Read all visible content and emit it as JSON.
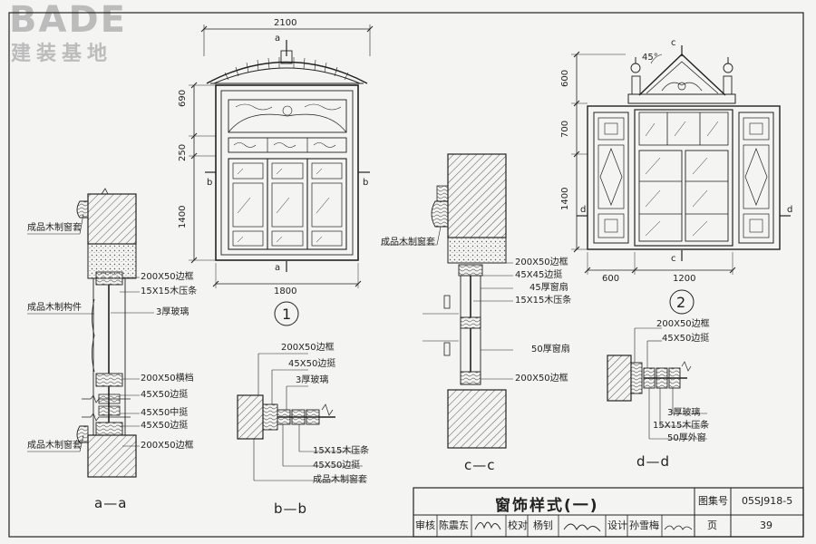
{
  "logo": {
    "brand": "BADE",
    "subtitle": "建装基地"
  },
  "drawing1": {
    "dims": {
      "width_top": "2100",
      "width_bottom": "1800",
      "h1": "690",
      "h2": "250",
      "h3": "1400"
    },
    "cut_marks": {
      "a": "a",
      "b": "b"
    },
    "number": "1"
  },
  "drawing2": {
    "dims": {
      "h1": "600",
      "h2": "700",
      "h3": "1400",
      "w1": "600",
      "w2": "1200"
    },
    "angle": "45°",
    "cut_marks": {
      "c": "c",
      "d": "d"
    },
    "number": "2"
  },
  "section_aa": {
    "name": "a—a",
    "labels": {
      "l1": "成品木制窗套",
      "l2": "成品木制构件",
      "l3": "成品木制窗套",
      "r1": "200X50边框",
      "r2": "15X15木压条",
      "r3": "3厚玻璃",
      "r4": "200X50横档",
      "r5": "45X50边挺",
      "r6": "45X50中挺",
      "r7": "45X50边挺",
      "r8": "200X50边框"
    }
  },
  "section_bb": {
    "name": "b—b",
    "labels": {
      "t1": "200X50边框",
      "t2": "45X50边挺",
      "t3": "3厚玻璃",
      "b1": "15X15木压条",
      "b2": "45X50边挺",
      "b3": "成品木制窗套"
    }
  },
  "section_cc": {
    "name": "c—c",
    "labels": {
      "l1": "成品木制窗套",
      "r1": "200X50边框",
      "r2": "45X45边挺",
      "r3": "45厚窗扇",
      "r4": "15X15木压条",
      "r5": "50厚窗扇",
      "r6": "200X50边框"
    }
  },
  "section_dd": {
    "name": "d—d",
    "labels": {
      "t1": "200X50边框",
      "t2": "45X50边挺",
      "b1": "3厚玻璃",
      "b2": "15X15木压条",
      "b3": "50厚外窗"
    }
  },
  "title_block": {
    "title": "窗饰样式(一)",
    "atlas_label": "图集号",
    "atlas_no": "05SJ918-5",
    "review_label": "审核",
    "reviewer": "陈震东",
    "check_label": "校对",
    "checker": "杨钊",
    "design_label": "设计",
    "designer": "孙雪梅",
    "page_label": "页",
    "page_no": "39"
  },
  "colors": {
    "line": "#222222",
    "hatch": "#555555",
    "paper": "#f4f4f2",
    "logo": "#bcbcbc"
  }
}
